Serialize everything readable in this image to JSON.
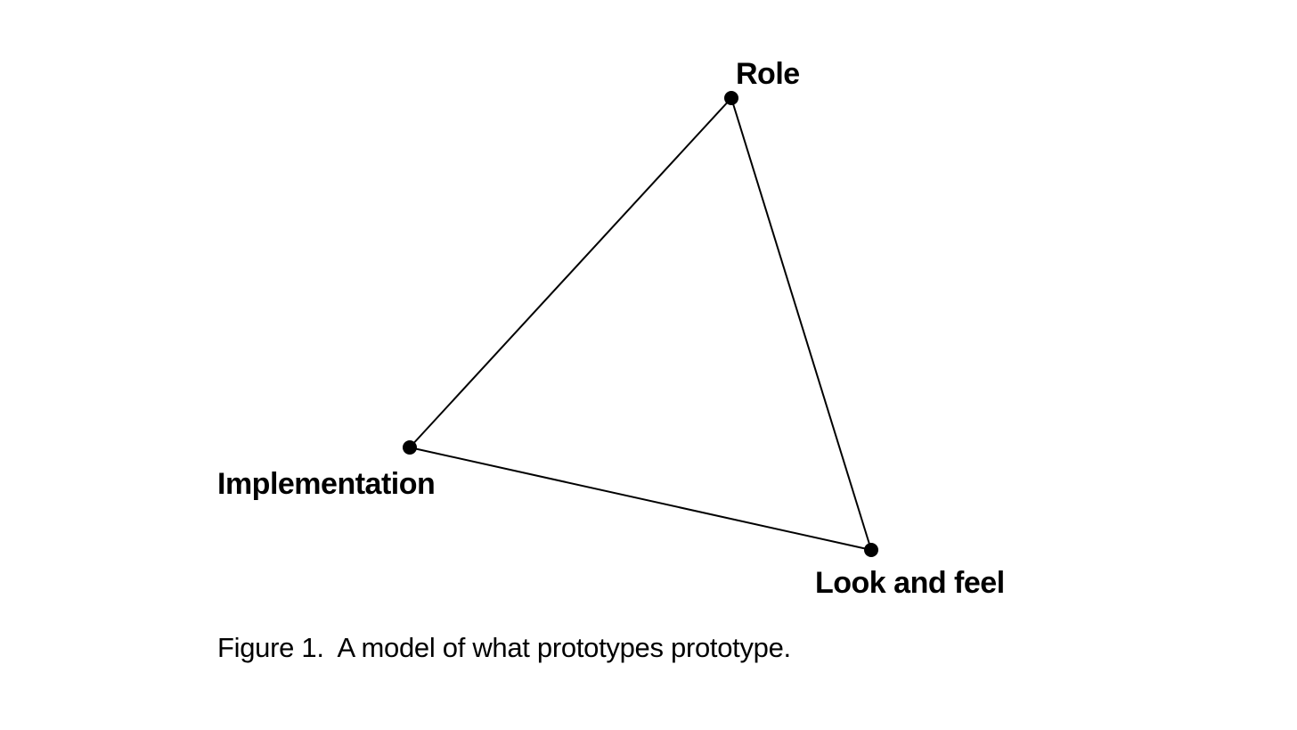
{
  "figure": {
    "caption": "Figure 1.  A model of what prototypes prototype.",
    "colors": {
      "background": "#ffffff",
      "stroke": "#000000",
      "text": "#000000"
    },
    "diagram": {
      "type": "triangle-model",
      "vertices": [
        {
          "id": "role",
          "label": "Role",
          "position": "top"
        },
        {
          "id": "implementation",
          "label": "Implementation",
          "position": "bottom-left"
        },
        {
          "id": "look-and-feel",
          "label": "Look and feel",
          "position": "bottom-right"
        }
      ],
      "edges": [
        {
          "from": "role",
          "to": "implementation"
        },
        {
          "from": "implementation",
          "to": "look-and-feel"
        },
        {
          "from": "look-and-feel",
          "to": "role"
        }
      ]
    }
  }
}
